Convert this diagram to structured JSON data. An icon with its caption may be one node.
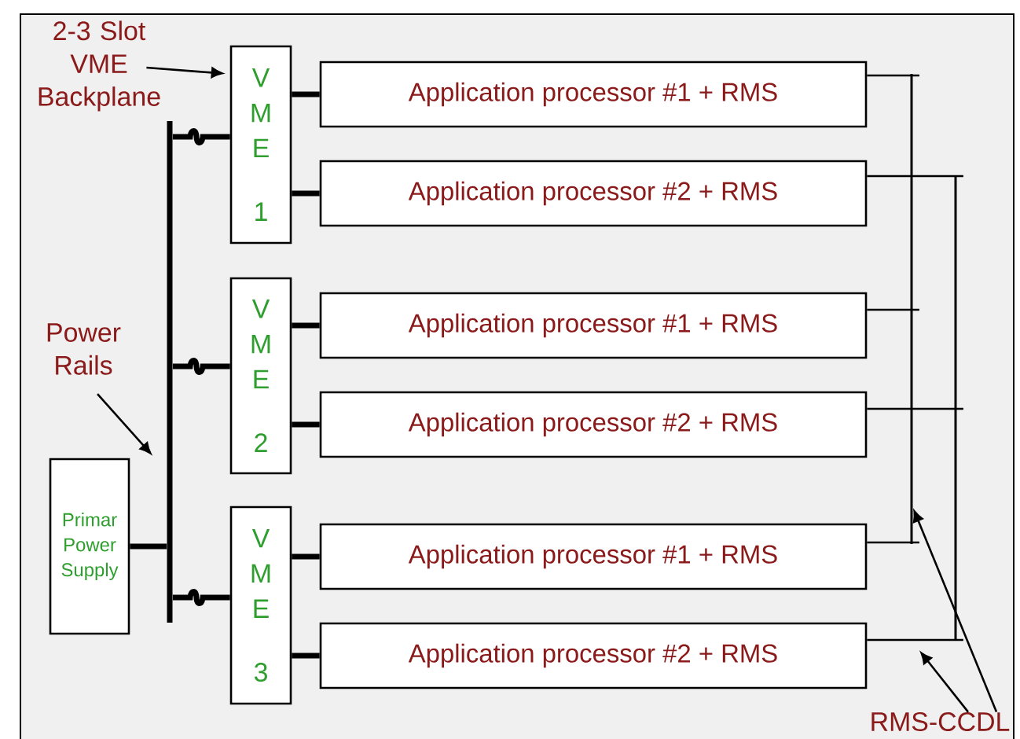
{
  "diagram": {
    "nodes": [
      {
        "text": [
          "V M E",
          "1"
        ]
      },
      {
        "text": [
          "Application processor #1 + RMS"
        ]
      },
      {
        "text": [
          "Application processor #2 + RMS"
        ]
      },
      {
        "text": [
          "V M E",
          "2"
        ]
      },
      {
        "text": [
          "Application processor #1 + RMS"
        ]
      },
      {
        "text": [
          "Application processor #2 + RMS"
        ]
      },
      {
        "text": [
          "V M E",
          "3"
        ]
      },
      {
        "text": [
          "Application processor #1 + RMS"
        ]
      },
      {
        "text": [
          "Application processor #2 + RMS"
        ]
      },
      {
        "text": [
          "Primar Power Supply"
        ]
      },
      {
        "text": [],
        "shape": "bar"
      },
      {
        "text": [],
        "shape": "bar"
      },
      {
        "text": [],
        "shape": "bar"
      },
      {
        "text": [
          "2-3 Slot VME Backplane"
        ]
      },
      {
        "text": [
          "Power Rails"
        ]
      },
      {
        "text": [
          "RMS-CCDL"
        ]
      }
    ],
    "edges": [
      {
        "from": 0,
        "to": 1,
        "arrow": "none",
        "style": "thick"
      },
      {
        "from": 0,
        "to": 2,
        "arrow": "none",
        "style": "thick"
      },
      {
        "from": 3,
        "to": 4,
        "arrow": "none",
        "style": "thick"
      },
      {
        "from": 3,
        "to": 5,
        "arrow": "none",
        "style": "thick"
      },
      {
        "from": 6,
        "to": 7,
        "arrow": "none",
        "style": "thick"
      },
      {
        "from": 6,
        "to": 8,
        "arrow": "none",
        "style": "thick"
      },
      {
        "from": 10,
        "to": 0,
        "arrow": "none",
        "style": "thick"
      },
      {
        "from": 10,
        "to": 3,
        "arrow": "none",
        "style": "thick"
      },
      {
        "from": 10,
        "to": 6,
        "arrow": "none",
        "style": "thick"
      },
      {
        "from": 9,
        "to": 10,
        "arrow": "none",
        "style": "thick"
      },
      {
        "from": 1,
        "to": 11,
        "arrow": "none"
      },
      {
        "from": 4,
        "to": 11,
        "arrow": "none"
      },
      {
        "from": 7,
        "to": 11,
        "arrow": "none"
      },
      {
        "from": 2,
        "to": 12,
        "arrow": "none"
      },
      {
        "from": 5,
        "to": 12,
        "arrow": "none"
      },
      {
        "from": 8,
        "to": 12,
        "arrow": "none"
      },
      {
        "from": 13,
        "to": 0,
        "arrow": "to"
      },
      {
        "from": 14,
        "to": 10,
        "arrow": "to"
      },
      {
        "from": 15,
        "to": 11,
        "arrow": "to"
      },
      {
        "from": 15,
        "to": 12,
        "arrow": "to"
      }
    ]
  }
}
